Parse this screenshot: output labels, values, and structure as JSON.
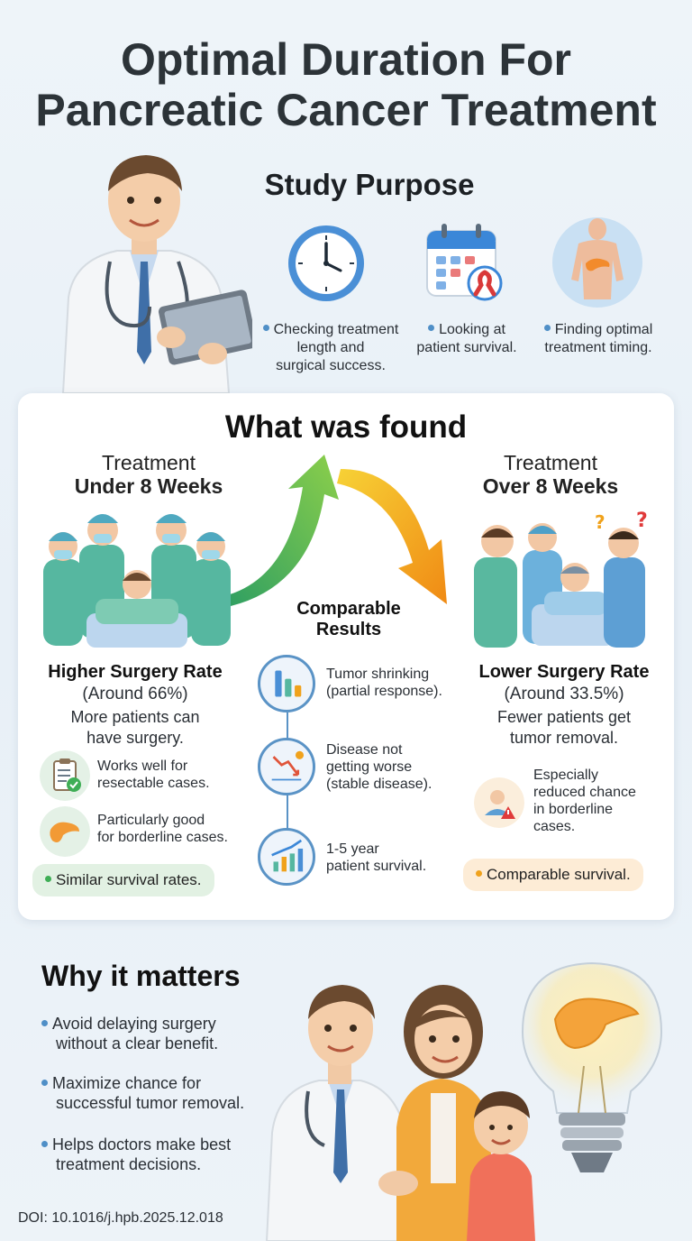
{
  "title": {
    "line1": "Optimal Duration For",
    "line2": "Pancreatic Cancer Treatment"
  },
  "study_purpose": {
    "heading": "Study Purpose",
    "items": [
      {
        "icon": "clock-icon",
        "lines": [
          "Checking treatment",
          "length and",
          "surgical success."
        ]
      },
      {
        "icon": "calendar-ribbon-icon",
        "lines": [
          "Looking at",
          "patient survival."
        ]
      },
      {
        "icon": "body-pancreas-icon",
        "lines": [
          "Finding optimal",
          "treatment timing."
        ]
      }
    ]
  },
  "found": {
    "heading": "What was found",
    "left": {
      "head_line1": "Treatment",
      "head_line2": "Under 8 Weeks",
      "rate": "Higher Surgery Rate",
      "rate_value": "(Around 66%)",
      "desc_line1": "More patients can",
      "desc_line2": "have surgery.",
      "points": [
        {
          "icon": "clipboard-check-icon",
          "lines": [
            "Works well for",
            "resectable cases."
          ]
        },
        {
          "icon": "pancreas-icon",
          "lines": [
            "Particularly good",
            "for borderline cases."
          ]
        }
      ],
      "pill": "Similar survival rates."
    },
    "middle": {
      "heading_line1": "Comparable",
      "heading_line2": "Results",
      "items": [
        {
          "icon": "bar-chart-icon",
          "lines": [
            "Tumor shrinking",
            "(partial response)."
          ]
        },
        {
          "icon": "decline-chart-icon",
          "lines": [
            "Disease not",
            "getting worse",
            "(stable disease)."
          ]
        },
        {
          "icon": "growth-chart-icon",
          "lines": [
            "1-5 year",
            "patient survival."
          ]
        }
      ]
    },
    "right": {
      "head_line1": "Treatment",
      "head_line2": "Over 8 Weeks",
      "rate": "Lower Surgery Rate",
      "rate_value": "(Around 33.5%)",
      "desc_line1": "Fewer patients get",
      "desc_line2": "tumor removal.",
      "points": [
        {
          "icon": "person-warning-icon",
          "lines": [
            "Especially",
            "reduced chance",
            "in borderline",
            "cases."
          ]
        }
      ],
      "pill": "Comparable survival."
    }
  },
  "why": {
    "heading": "Why it matters",
    "items": [
      {
        "lines": [
          "Avoid delaying surgery",
          "without a clear benefit."
        ]
      },
      {
        "lines": [
          "Maximize chance for",
          "successful tumor removal."
        ]
      },
      {
        "lines": [
          "Helps doctors make best",
          "treatment decisions."
        ]
      }
    ]
  },
  "doi": "DOI: 10.1016/j.hpb.2025.12.018",
  "colors": {
    "accent_blue": "#4f8fc7",
    "green_pill": "#e3f2e4",
    "orange_pill": "#fdecd6",
    "green_arrow": "#3fae56",
    "orange_arrow": "#f3a21b"
  }
}
